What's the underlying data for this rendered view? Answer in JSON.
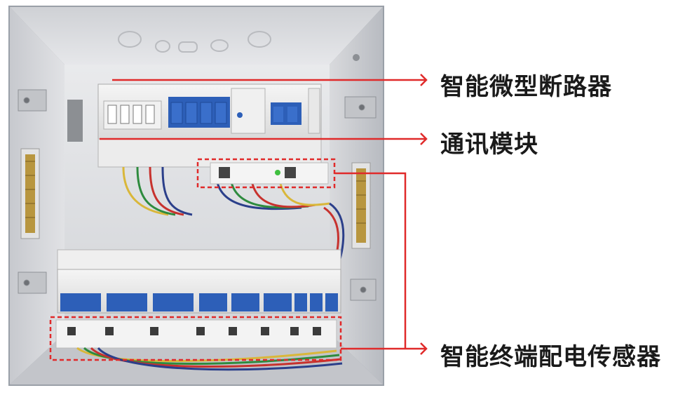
{
  "callouts": {
    "breaker": "智能微型断路器",
    "comm_module": "通讯模块",
    "sensor": "智能终端配电传感器"
  },
  "colors": {
    "callout_line": "#e02a2a",
    "cabinet": "#dcdde0",
    "breaker_blue": "#2d5fb8"
  }
}
